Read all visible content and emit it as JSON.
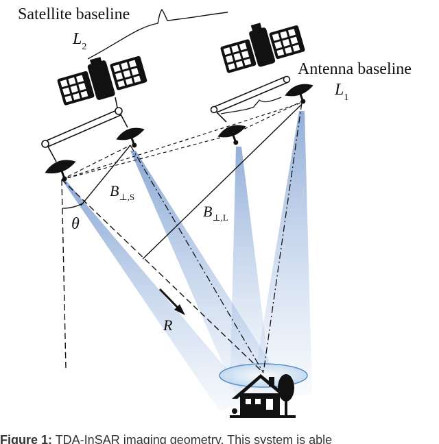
{
  "labels": {
    "satellite_baseline": "Satellite baseline",
    "L2": "L",
    "L2_sub": "2",
    "antenna_baseline": "Antenna baseline",
    "L1": "L",
    "L1_sub": "1",
    "B_perp_S": "B",
    "B_perp_S_sub": "⊥,S",
    "B_perp_L": "B",
    "B_perp_L_sub": "⊥,L",
    "theta": "θ",
    "R": "R"
  },
  "caption": {
    "label": "Figure 1:",
    "text": " TDA-InSAR imaging geometry. This system is able"
  },
  "colors": {
    "beam": "#5b84c4",
    "ink": "#111111",
    "target_ellipse": "#9dc3e6"
  },
  "icons": [
    "satellite-left-icon",
    "satellite-right-icon",
    "antenna-dish-icon",
    "house-icon",
    "tree-icon",
    "arrow-icon"
  ]
}
